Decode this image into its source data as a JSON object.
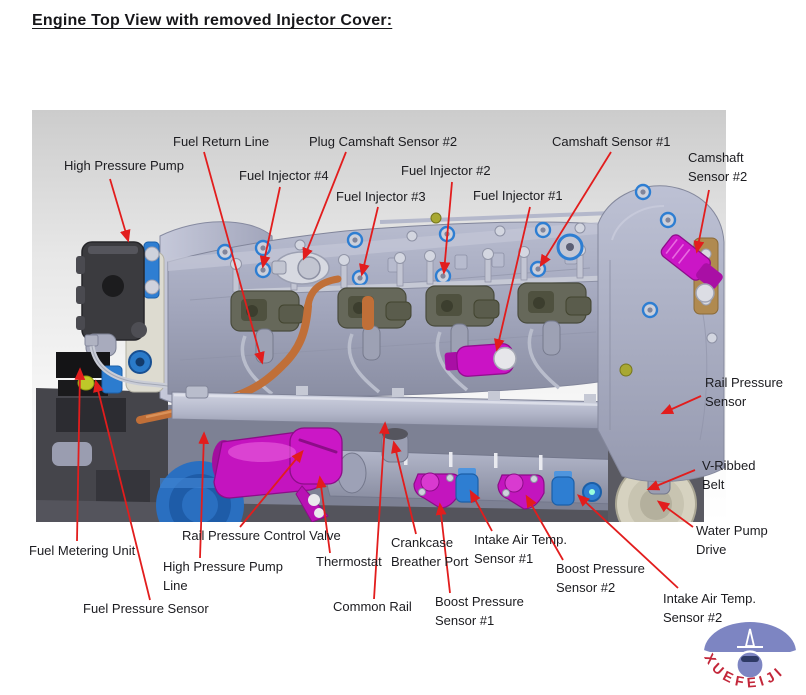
{
  "page": {
    "title": "Engine Top View with removed Injector Cover:"
  },
  "diagram": {
    "description": "Engine top view 3D illustration with callout labels",
    "labels": [
      {
        "id": "fuel-return-line",
        "text": "Fuel Return Line"
      },
      {
        "id": "plug-camshaft-sensor-2",
        "text": "Plug Camshaft Sensor #2"
      },
      {
        "id": "high-pressure-pump",
        "text": "High Pressure Pump"
      },
      {
        "id": "fuel-injector-4",
        "text": "Fuel Injector #4"
      },
      {
        "id": "fuel-injector-2",
        "text": "Fuel Injector #2"
      },
      {
        "id": "fuel-injector-3",
        "text": "Fuel Injector #3"
      },
      {
        "id": "fuel-injector-1",
        "text": "Fuel Injector #1"
      },
      {
        "id": "camshaft-sensor-1",
        "text": "Camshaft Sensor #1"
      },
      {
        "id": "camshaft-sensor-2",
        "text": "Camshaft\nSensor #2"
      },
      {
        "id": "rail-pressure-sensor",
        "text": "Rail Pressure\nSensor"
      },
      {
        "id": "v-ribbed-belt",
        "text": "V-Ribbed\nBelt"
      },
      {
        "id": "water-pump-drive",
        "text": "Water Pump\nDrive"
      },
      {
        "id": "fuel-metering-unit",
        "text": "Fuel Metering Unit"
      },
      {
        "id": "rail-pressure-control-valve",
        "text": "Rail Pressure Control Valve"
      },
      {
        "id": "high-pressure-pump-line",
        "text": "High Pressure Pump\nLine"
      },
      {
        "id": "thermostat",
        "text": "Thermostat"
      },
      {
        "id": "fuel-pressure-sensor",
        "text": "Fuel Pressure Sensor"
      },
      {
        "id": "common-rail",
        "text": "Common Rail"
      },
      {
        "id": "crankcase-breather-port",
        "text": "Crankcase\nBreather Port"
      },
      {
        "id": "intake-air-temp-sensor-1",
        "text": "Intake Air Temp.\nSensor #1"
      },
      {
        "id": "boost-pressure-sensor-1",
        "text": "Boost Pressure\nSensor #1"
      },
      {
        "id": "boost-pressure-sensor-2",
        "text": "Boost Pressure\nSensor #2"
      },
      {
        "id": "intake-air-temp-sensor-2",
        "text": "Intake Air Temp.\nSensor #2"
      }
    ]
  },
  "watermark": {
    "text": "XUEFEIJI",
    "icon": "airplane-icon"
  },
  "colors": {
    "title_text": "#17171a",
    "leader_red": "#e21d1d",
    "highlight_magenta": "#cb16c6",
    "part_blue": "#2e7ed2",
    "engine_body": "#a9adc4",
    "pump_dark": "#3b3b3f",
    "pipe_orange": "#c06f38",
    "logo_dome": "#7d85c2",
    "logo_text": "#c3273a"
  }
}
